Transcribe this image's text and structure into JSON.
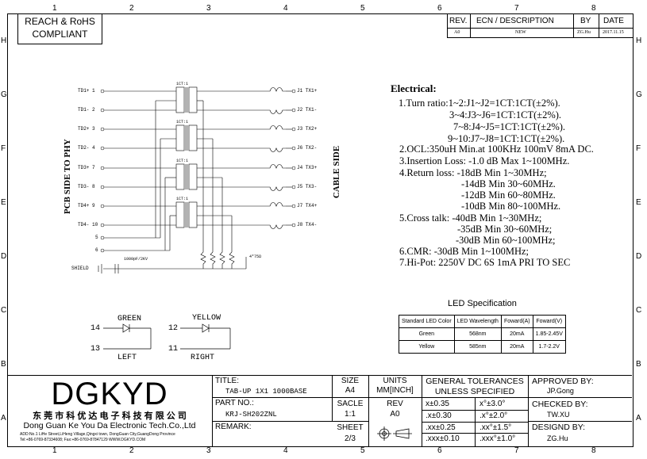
{
  "frame": {
    "col_numbers": [
      "1",
      "2",
      "3",
      "4",
      "5",
      "6",
      "7",
      "8"
    ],
    "row_letters": [
      "H",
      "G",
      "F",
      "E",
      "D",
      "C",
      "B",
      "A"
    ]
  },
  "compliance": {
    "line1": "REACH & RoHS",
    "line2": "COMPLIANT"
  },
  "revision": {
    "headers": [
      "REV.",
      "ECN / DESCRIPTION",
      "BY",
      "DATE"
    ],
    "row": [
      "A0",
      "NEW",
      "ZG.Hu",
      "2017.11.15"
    ]
  },
  "schematic": {
    "left_pins": [
      "TD1+ 1",
      "TD1- 2",
      "TD2+ 3",
      "TD2- 4",
      "TD3+ 7",
      "TD3- 8",
      "TD4+ 9",
      "TD4- 10",
      "5",
      "6"
    ],
    "right_pins": [
      "J1 TX1+",
      "J2 TX1-",
      "J3 TX2+",
      "J6 TX2-",
      "J4 TX3+",
      "J5 TX3-",
      "J7 TX4+",
      "J8 TX4-"
    ],
    "ratio_label": "1CT:1",
    "cap_label": "1000pF/2KV",
    "res_label": "4*75Ω",
    "shield_label": "SHIELD",
    "pcb_side": "PCB SIDE TO PHY",
    "cable_side": "CABLE SIDE"
  },
  "electrical": {
    "title": "Electrical:",
    "lines": [
      "1.Turn ratio:1~2:J1~J2=1CT:1CT(±2%).",
      "3~4:J3~J6=1CT:1CT(±2%).",
      "7~8:J4~J5=1CT:1CT(±2%).",
      "9~10:J7~J8=1CT:1CT(±2%).",
      "2.OCL:350uH Min.at 100KHz 100mV 8mA DC.",
      "3.Insertion Loss: -1.0 dB Max 1~100MHz.",
      "4.Return loss: -18dB Min 1~30MHz;",
      "-14dB Min 30~60MHz.",
      "-12dB Min 60~80MHz.",
      "-10dB Min 80~100MHz.",
      "5.Cross talk: -40dB Min 1~30MHz;",
      "-35dB Min 30~60MHz;",
      "-30dB Min 60~100MHz;",
      "6.CMR: -30dB Min 1~100MHz;",
      "7.Hi-Pot: 2250V DC 6S 1mA PRI TO SEC"
    ]
  },
  "led_spec": {
    "title": "LED Specification",
    "headers": [
      "Standard LED Color",
      "LED Wavelength",
      "Foward(A)",
      "Foward(V)"
    ],
    "rows": [
      [
        "Green",
        "568nm",
        "20mA",
        "1.85-2.45V"
      ],
      [
        "Yellow",
        "585nm",
        "20mA",
        "1.7-2.2V"
      ]
    ]
  },
  "leds": {
    "green": {
      "label": "GREEN",
      "pin_a": "14",
      "pin_b": "13",
      "side": "LEFT"
    },
    "yellow": {
      "label": "YELLOW",
      "pin_a": "12",
      "pin_b": "11",
      "side": "RIGHT"
    }
  },
  "title_block": {
    "logo": "DGKYD",
    "company_cn": "东 莞 市 科 优 达 电 子 科 技 有 限 公 司",
    "company_en": "Dong Guan Ke You Da Electronic Tech.Co.,Ltd",
    "address": "ADD:No.1 LiHe Street,LiHeng Village,Qingxi town, DongGuan City,GuangDong Province",
    "contact": "Tel:+86-0769-87334608; Fax:+86-0769-87847129 WWW.DGKYD.COM",
    "title_label": "TITLE:",
    "title_value": "TAB-UP 1X1 1000BASE",
    "partno_label": "PART NO.:",
    "partno_value": "KRJ-SH202ZNL",
    "remark_label": "REMARK:",
    "size_label": "SIZE",
    "size_value": "A4",
    "units_label": "UNITS",
    "units_value": "MM[INCH]",
    "scale_label": "SACLE",
    "scale_value": "1:1",
    "rev_label": "REV",
    "rev_value": "A0",
    "sheet_label": "SHEET",
    "sheet_value": "2/3",
    "tol_title1": "GENERAL TOLERANCES",
    "tol_title2": "UNLESS SPECIFIED",
    "tol": [
      [
        "x±0.35",
        "x°±3.0°"
      ],
      [
        ".x±0.30",
        ".x°±2.0°"
      ],
      [
        ".xx±0.25",
        ".xx°±1.5°"
      ],
      [
        ".xxx±0.10",
        ".xxx°±1.0°"
      ]
    ],
    "approved_label": "APPROVED BY:",
    "approved_value": "JP.Gong",
    "checked_label": "CHECKED BY:",
    "checked_value": "TW.XU",
    "design_label": "DESIGND BY:",
    "design_value": "ZG.Hu"
  }
}
